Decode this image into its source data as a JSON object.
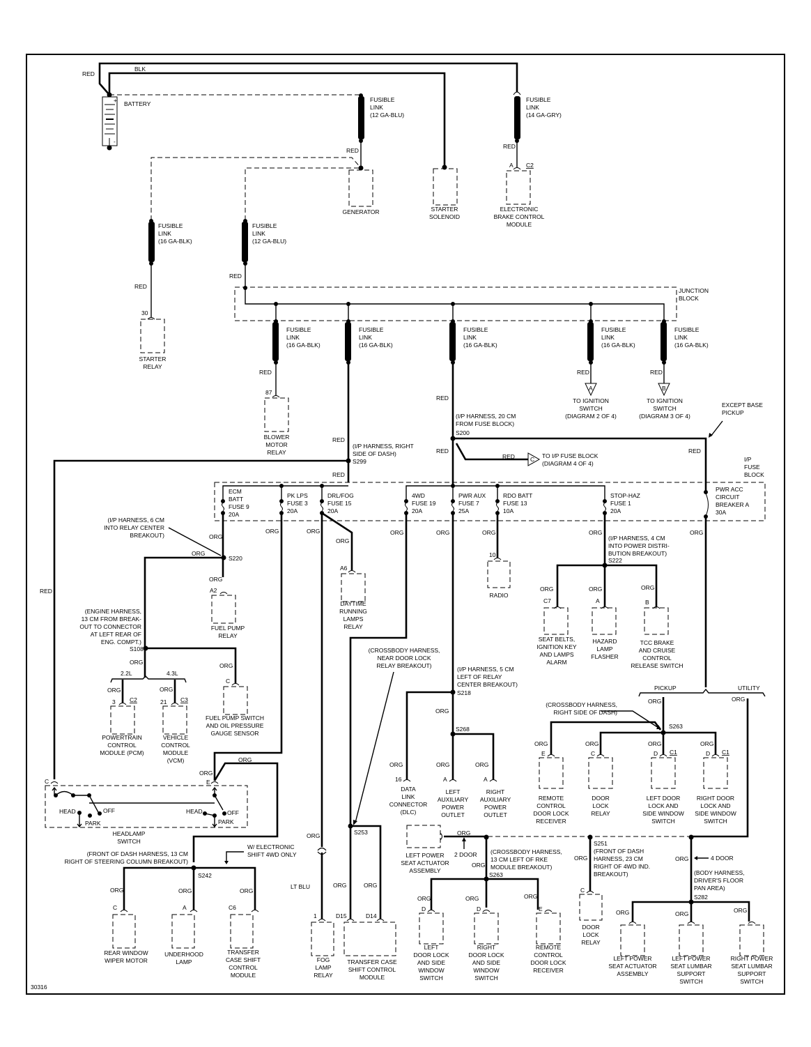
{
  "diagram": {
    "id_label": "30316",
    "wire_colors": {
      "red": "RED",
      "blk": "BLK",
      "org": "ORG",
      "lt_blu": "LT BLU"
    },
    "battery": {
      "label": "BATTERY",
      "plus": "+",
      "minus": "-"
    },
    "fusible_links": [
      {
        "label": "FUSIBLE\nLINK\n(12 GA-BLU)",
        "feeds": "GENERATOR"
      },
      {
        "label": "FUSIBLE\nLINK\n(14 GA-GRY)",
        "feeds": "ELECTRONIC BRAKE CONTROL MODULE"
      },
      {
        "label": "FUSIBLE\nLINK\n(16 GA-BLK)",
        "feeds": "STARTER RELAY"
      },
      {
        "label": "FUSIBLE\nLINK\n(12 GA-BLU)",
        "feeds": "JUNCTION BLOCK"
      },
      {
        "label": "FUSIBLE\nLINK\n(16 GA-BLK)",
        "feeds": "BLOWER MOTOR RELAY"
      },
      {
        "label": "FUSIBLE\nLINK\n(16 GA-BLK)",
        "feeds": "S299"
      },
      {
        "label": "FUSIBLE\nLINK\n(16 GA-BLK)",
        "feeds": "S200"
      },
      {
        "label": "FUSIBLE\nLINK\n(16 GA-BLK)",
        "feeds": "TO IGNITION SWITCH A"
      },
      {
        "label": "FUSIBLE\nLINK\n(16 GA-BLK)",
        "feeds": "TO IGNITION SWITCH B"
      }
    ],
    "junction_block": {
      "label": "JUNCTION\nBLOCK"
    },
    "ip_fuse_block": {
      "label": "I/P\nFUSE\nBLOCK"
    },
    "fuses": [
      {
        "label": "ECM\nBATT\nFUSE 9\n20A"
      },
      {
        "label": "PK LPS\nFUSE 3\n20A"
      },
      {
        "label": "DRL/FOG\nFUSE 15\n20A"
      },
      {
        "label": "4WD\nFUSE 19\n20A"
      },
      {
        "label": "PWR AUX\nFUSE 7\n25A"
      },
      {
        "label": "RDO BATT\nFUSE 13\n10A"
      },
      {
        "label": "STOP-HAZ\nFUSE 1\n20A"
      },
      {
        "label": "PWR ACC\nCIRCUIT\nBREAKER A\n30A"
      }
    ],
    "splices": {
      "s200": {
        "id": "S200",
        "note": "(I/P HARNESS, 20 CM\nFROM FUSE BLOCK)"
      },
      "s299": {
        "id": "S299",
        "note": "(I/P HARNESS, RIGHT\nSIDE OF DASH)"
      },
      "s220": {
        "id": "S220",
        "note": "(I/P HARNESS, 6 CM\nINTO RELAY CENTER\nBREAKOUT)"
      },
      "s108": {
        "id": "S108",
        "note": "(ENGINE HARNESS,\n13 CM FROM BREAK-\nOUT TO CONNECTOR\nAT LEFT REAR OF\nENG. COMPT.)"
      },
      "s222": {
        "id": "S222",
        "note": "(I/P HARNESS, 4 CM\nINTO POWER DISTRI-\nBUTION BREAKOUT)"
      },
      "s218": {
        "id": "S218",
        "note": "(I/P HARNESS, 5 CM\nLEFT OF RELAY\nCENTER BREAKOUT)"
      },
      "s268": {
        "id": "S268"
      },
      "s253": {
        "id": "S253",
        "note": "(CROSSBODY HARNESS,\nNEAR DOOR LOCK\nRELAY BREAKOUT)"
      },
      "s242": {
        "id": "S242",
        "note": "(FRONT OF DASH HARNESS, 13 CM\nRIGHT OF STEERING COLUMN BREAKOUT)"
      },
      "s263a": {
        "id": "S263",
        "note": "(CROSSBODY HARNESS,\nRIGHT SIDE OF DASH)"
      },
      "s263b": {
        "id": "S263",
        "note": "(CROSSBODY HARNESS,\n13 CM LEFT OF RKE\nMODULE BREAKOUT)"
      },
      "s251": {
        "id": "S251",
        "note": "(FRONT OF DASH\nHARNESS, 23 CM\nRIGHT OF 4WD IND.\nBREAKOUT)"
      },
      "s282": {
        "id": "S282",
        "note": "(BODY HARNESS,\nDRIVER'S FLOOR\nPAN AREA)"
      }
    },
    "components": {
      "generator": {
        "label": "GENERATOR"
      },
      "starter_solenoid": {
        "label": "STARTER\nSOLENOID"
      },
      "ebcm": {
        "label": "ELECTRONIC\nBRAKE CONTROL\nMODULE",
        "pin": "A",
        "conn": "C2"
      },
      "starter_relay": {
        "label": "STARTER\nRELAY",
        "pin": "30"
      },
      "blower_relay": {
        "label": "BLOWER\nMOTOR\nRELAY",
        "pin": "87"
      },
      "ign_a": {
        "label": "TO IGNITION\nSWITCH\n(DIAGRAM 2 OF 4)",
        "letter": "A"
      },
      "ign_b": {
        "label": "TO IGNITION\nSWITCH\n(DIAGRAM 3 OF 4)",
        "letter": "B"
      },
      "to_ip_fuse": {
        "label": "TO I/P FUSE BLOCK\n(DIAGRAM 4 OF 4)",
        "letter": "C"
      },
      "fuel_pump_relay": {
        "label": "FUEL PUMP\nRELAY",
        "pin": "A2"
      },
      "drl_relay": {
        "label": "DAYTIME\nRUNNING\nLAMPS\nRELAY",
        "pin": "A6"
      },
      "radio": {
        "label": "RADIO",
        "pin": "10"
      },
      "seat_belts": {
        "label": "SEAT BELTS,\nIGNITION KEY\nAND LAMPS\nALARM",
        "pin": "C7"
      },
      "hazard": {
        "label": "HAZARD\nLAMP\nFLASHER",
        "pin": "A"
      },
      "tcc": {
        "label": "TCC BRAKE\nAND CRUISE\nCONTROL\nRELEASE SWITCH",
        "pin": "B"
      },
      "pcm": {
        "label": "POWERTRAIN\nCONTROL\nMODULE (PCM)",
        "pin": "3",
        "conn": "C2",
        "variant": "2.2L"
      },
      "vcm": {
        "label": "VEHICLE\nCONTROL\nMODULE\n(VCM)",
        "pin": "21",
        "conn": "C3",
        "variant": "4.3L"
      },
      "fuel_pump_switch": {
        "label": "FUEL PUMP SWITCH\nAND OIL PRESSURE\nGAUGE SENSOR",
        "pin": "C"
      },
      "headlamp_switch": {
        "label": "HEADLAMP\nSWITCH",
        "pin_left": "C",
        "pin_right": "E",
        "pos_head": "HEAD",
        "pos_park": "PARK",
        "pos_off": "OFF"
      },
      "dlc": {
        "label": "DATA\nLINK\nCONNECTOR\n(DLC)",
        "pin": "16"
      },
      "left_aux": {
        "label": "LEFT\nAUXILIARY\nPOWER\nOUTLET",
        "pin": "A"
      },
      "right_aux": {
        "label": "RIGHT\nAUXILIARY\nPOWER\nOUTLET",
        "pin": "A"
      },
      "rke_a": {
        "label": "REMOTE\nCONTROL\nDOOR LOCK\nRECEIVER",
        "pin": "E"
      },
      "door_lock_relay_a": {
        "label": "DOOR\nLOCK\nRELAY",
        "pin": "C"
      },
      "ldl_a": {
        "label": "LEFT DOOR\nLOCK AND\nSIDE WINDOW\nSWITCH",
        "pin": "D",
        "conn": "C1"
      },
      "rdl_a": {
        "label": "RIGHT DOOR\nLOCK AND\nSIDE WINDOW\nSWITCH",
        "pin": "D",
        "conn": "C1"
      },
      "rear_wiper": {
        "label": "REAR WINDOW\nWIPER MOTOR",
        "pin": "C"
      },
      "underhood": {
        "label": "UNDERHOOD\nLAMP",
        "pin": "A"
      },
      "tcsm_small": {
        "label": "TRANSFER\nCASE SHIFT\nCONTROL\nMODULE",
        "pin": "C6"
      },
      "fog_relay": {
        "label": "FOG\nLAMP\nRELAY",
        "pin": "1"
      },
      "tcsm": {
        "label": "TRANSFER CASE\nSHIFT CONTROL\nMODULE",
        "pin1": "D15",
        "pin2": "D14"
      },
      "lps_2door": {
        "label": "LEFT POWER\nSEAT ACTUATOR\nASSEMBLY"
      },
      "ldl_b": {
        "label": "LEFT\nDOOR LOCK\nAND SIDE\nWINDOW\nSWITCH",
        "pin": "D"
      },
      "rdl_b": {
        "label": "RIGHT\nDOOR LOCK\nAND SIDE\nWINDOW\nSWITCH",
        "pin": "D"
      },
      "rke_b": {
        "label": "REMOTE\nCONTROL\nDOOR LOCK\nRECEIVER",
        "pin": "E"
      },
      "door_lock_relay_b": {
        "label": "DOOR\nLOCK\nRELAY",
        "pin": "C"
      },
      "lps_4door": {
        "label": "LEFT POWER\nSEAT ACTUATOR\nASSEMBLY"
      },
      "left_lumbar": {
        "label": "LEFT POWER\nSEAT LUMBAR\nSUPPORT\nSWITCH"
      },
      "right_lumbar": {
        "label": "RIGHT POWER\nSEAT LUMBAR\nSUPPORT\nSWITCH"
      }
    },
    "notes": {
      "except_base": "EXCEPT BASE\nPICKUP",
      "pickup": "PICKUP",
      "utility": "UTILITY",
      "two_door": "2 DOOR",
      "four_door": "4 DOOR",
      "w_electronic": "W/ ELECTRONIC\nSHIFT 4WD ONLY"
    }
  }
}
